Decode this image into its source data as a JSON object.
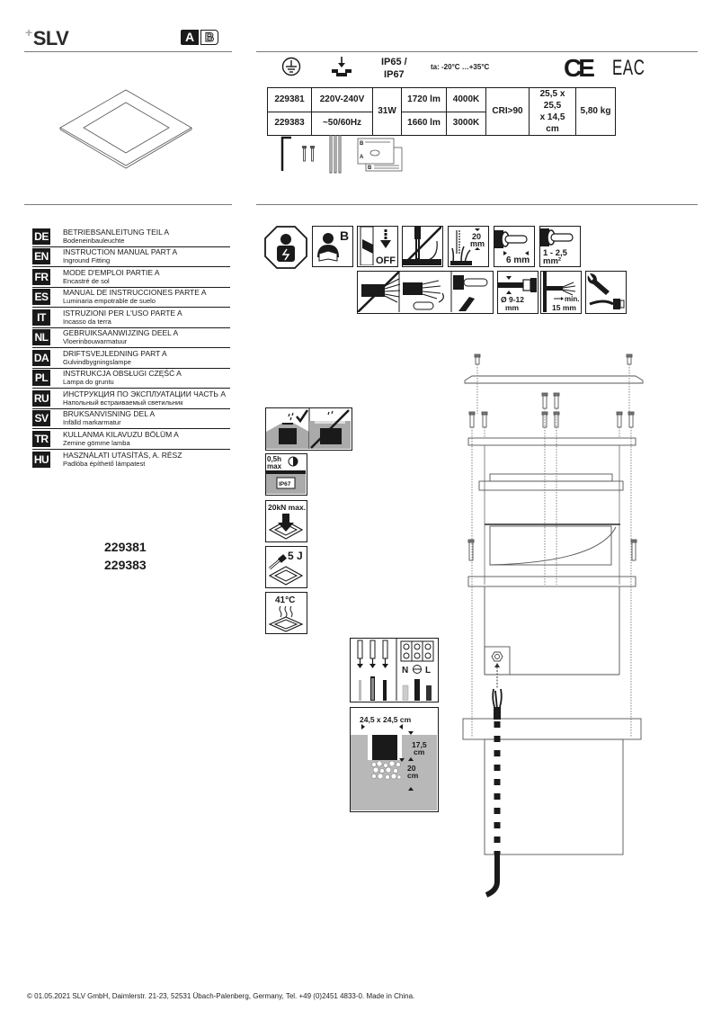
{
  "header": {
    "brand": "SLV",
    "brand_mark": "+",
    "part_badge": {
      "active": "A",
      "inactive": "B"
    }
  },
  "symbols": {
    "earth_icon": "protective-earth-icon",
    "flush_icon": "flush-mount-icon",
    "ip_rating_line1": "IP65 /",
    "ip_rating_line2": "IP67",
    "ambient_temp": "ta: -20°C …+35°C",
    "ce_mark": "CE",
    "eac_mark": "EAC"
  },
  "spec_table": {
    "rows": [
      {
        "article": "229381",
        "lumen": "1720 lm",
        "cct": "4000K"
      },
      {
        "article": "229383",
        "lumen": "1660 lm",
        "cct": "3000K"
      }
    ],
    "voltage_line1": "220V-240V",
    "voltage_line2": "~50/60Hz",
    "power": "31W",
    "cri": "CRI>90",
    "dimensions_line1": "25,5 x 25,5",
    "dimensions_line2": "x 14,5 cm",
    "weight": "5,80 kg"
  },
  "contents": {
    "items": [
      "allen-key",
      "screws",
      "rods",
      "manual-booklets"
    ],
    "booklet_labels": [
      "B",
      "A",
      "B"
    ]
  },
  "languages": [
    {
      "code": "DE",
      "title": "BETRIEBSANLEITUNG TEIL A",
      "subtitle": "Bodeneinbauleuchte"
    },
    {
      "code": "EN",
      "title": "INSTRUCTION MANUAL PART A",
      "subtitle": "Inground Fitting"
    },
    {
      "code": "FR",
      "title": "MODE D'EMPLOI PARTIE A",
      "subtitle": "Encastré de sol"
    },
    {
      "code": "ES",
      "title": "MANUAL DE INSTRUCCIONES PARTE A",
      "subtitle": "Luminaria empotrable de suelo"
    },
    {
      "code": "IT",
      "title": "ISTRUZIONI PER L'USO PARTE A",
      "subtitle": "Incasso da terra"
    },
    {
      "code": "NL",
      "title": "GEBRUIKSAANWIJZING DEEL A",
      "subtitle": "Vloerinbouwarmatuur"
    },
    {
      "code": "DA",
      "title": "DRIFTSVEJLEDNING PART A",
      "subtitle": "Gulvindbygningslampe"
    },
    {
      "code": "PL",
      "title": "INSTRUKCJA OBSŁUGI CZĘŚĆ A",
      "subtitle": "Lampa do gruntu"
    },
    {
      "code": "RU",
      "title": "ИНСТРУКЦИЯ ПО ЭКСПЛУАТАЦИИ ЧАСТЬ A",
      "subtitle": "Напольный встраиваемый светильник"
    },
    {
      "code": "SV",
      "title": "BRUKSANVISNING DEL A",
      "subtitle": "Infälld markarmatur"
    },
    {
      "code": "TR",
      "title": "KULLANMA KILAVUZU BÖLÜM A",
      "subtitle": "Zemine gömme lamba"
    },
    {
      "code": "HU",
      "title": "HASZNÁLATI UTASÍTÁS, A. RÉSZ",
      "subtitle": "Padlóba építhető lámpatest"
    }
  ],
  "part_numbers": [
    "229381",
    "229383"
  ],
  "safety_icons": {
    "off_label": "OFF",
    "strip_length": "20",
    "strip_unit": "mm",
    "insulation_strip": "6 mm",
    "cross_section_line1": "1 - 2,5",
    "cross_section_line2": "mm²",
    "cable_diameter_line1": "Ø 9-12",
    "cable_diameter_line2": "mm",
    "min_length_line1": "min.",
    "min_length_line2": "15 mm",
    "reader_badge": "B"
  },
  "installation_icons": {
    "submersion_time_line1": "0,5h",
    "submersion_time_line2": "max",
    "submersion_rating": "IP67",
    "load": "20kN max.",
    "impact": "5 J",
    "surface_temp": "41°C"
  },
  "wiring": {
    "neutral": "N",
    "live": "L"
  },
  "pit": {
    "opening": "24,5 x 24,5 cm",
    "depth_line1": "17,5",
    "depth_line2": "cm",
    "gravel_line1": "20",
    "gravel_line2": "cm"
  },
  "footer": {
    "text": "© 01.05.2021 SLV GmbH, Daimlerstr. 21-23, 52531 Übach-Palenberg, Germany, Tel. +49 (0)2451 4833-0. Made in China."
  }
}
